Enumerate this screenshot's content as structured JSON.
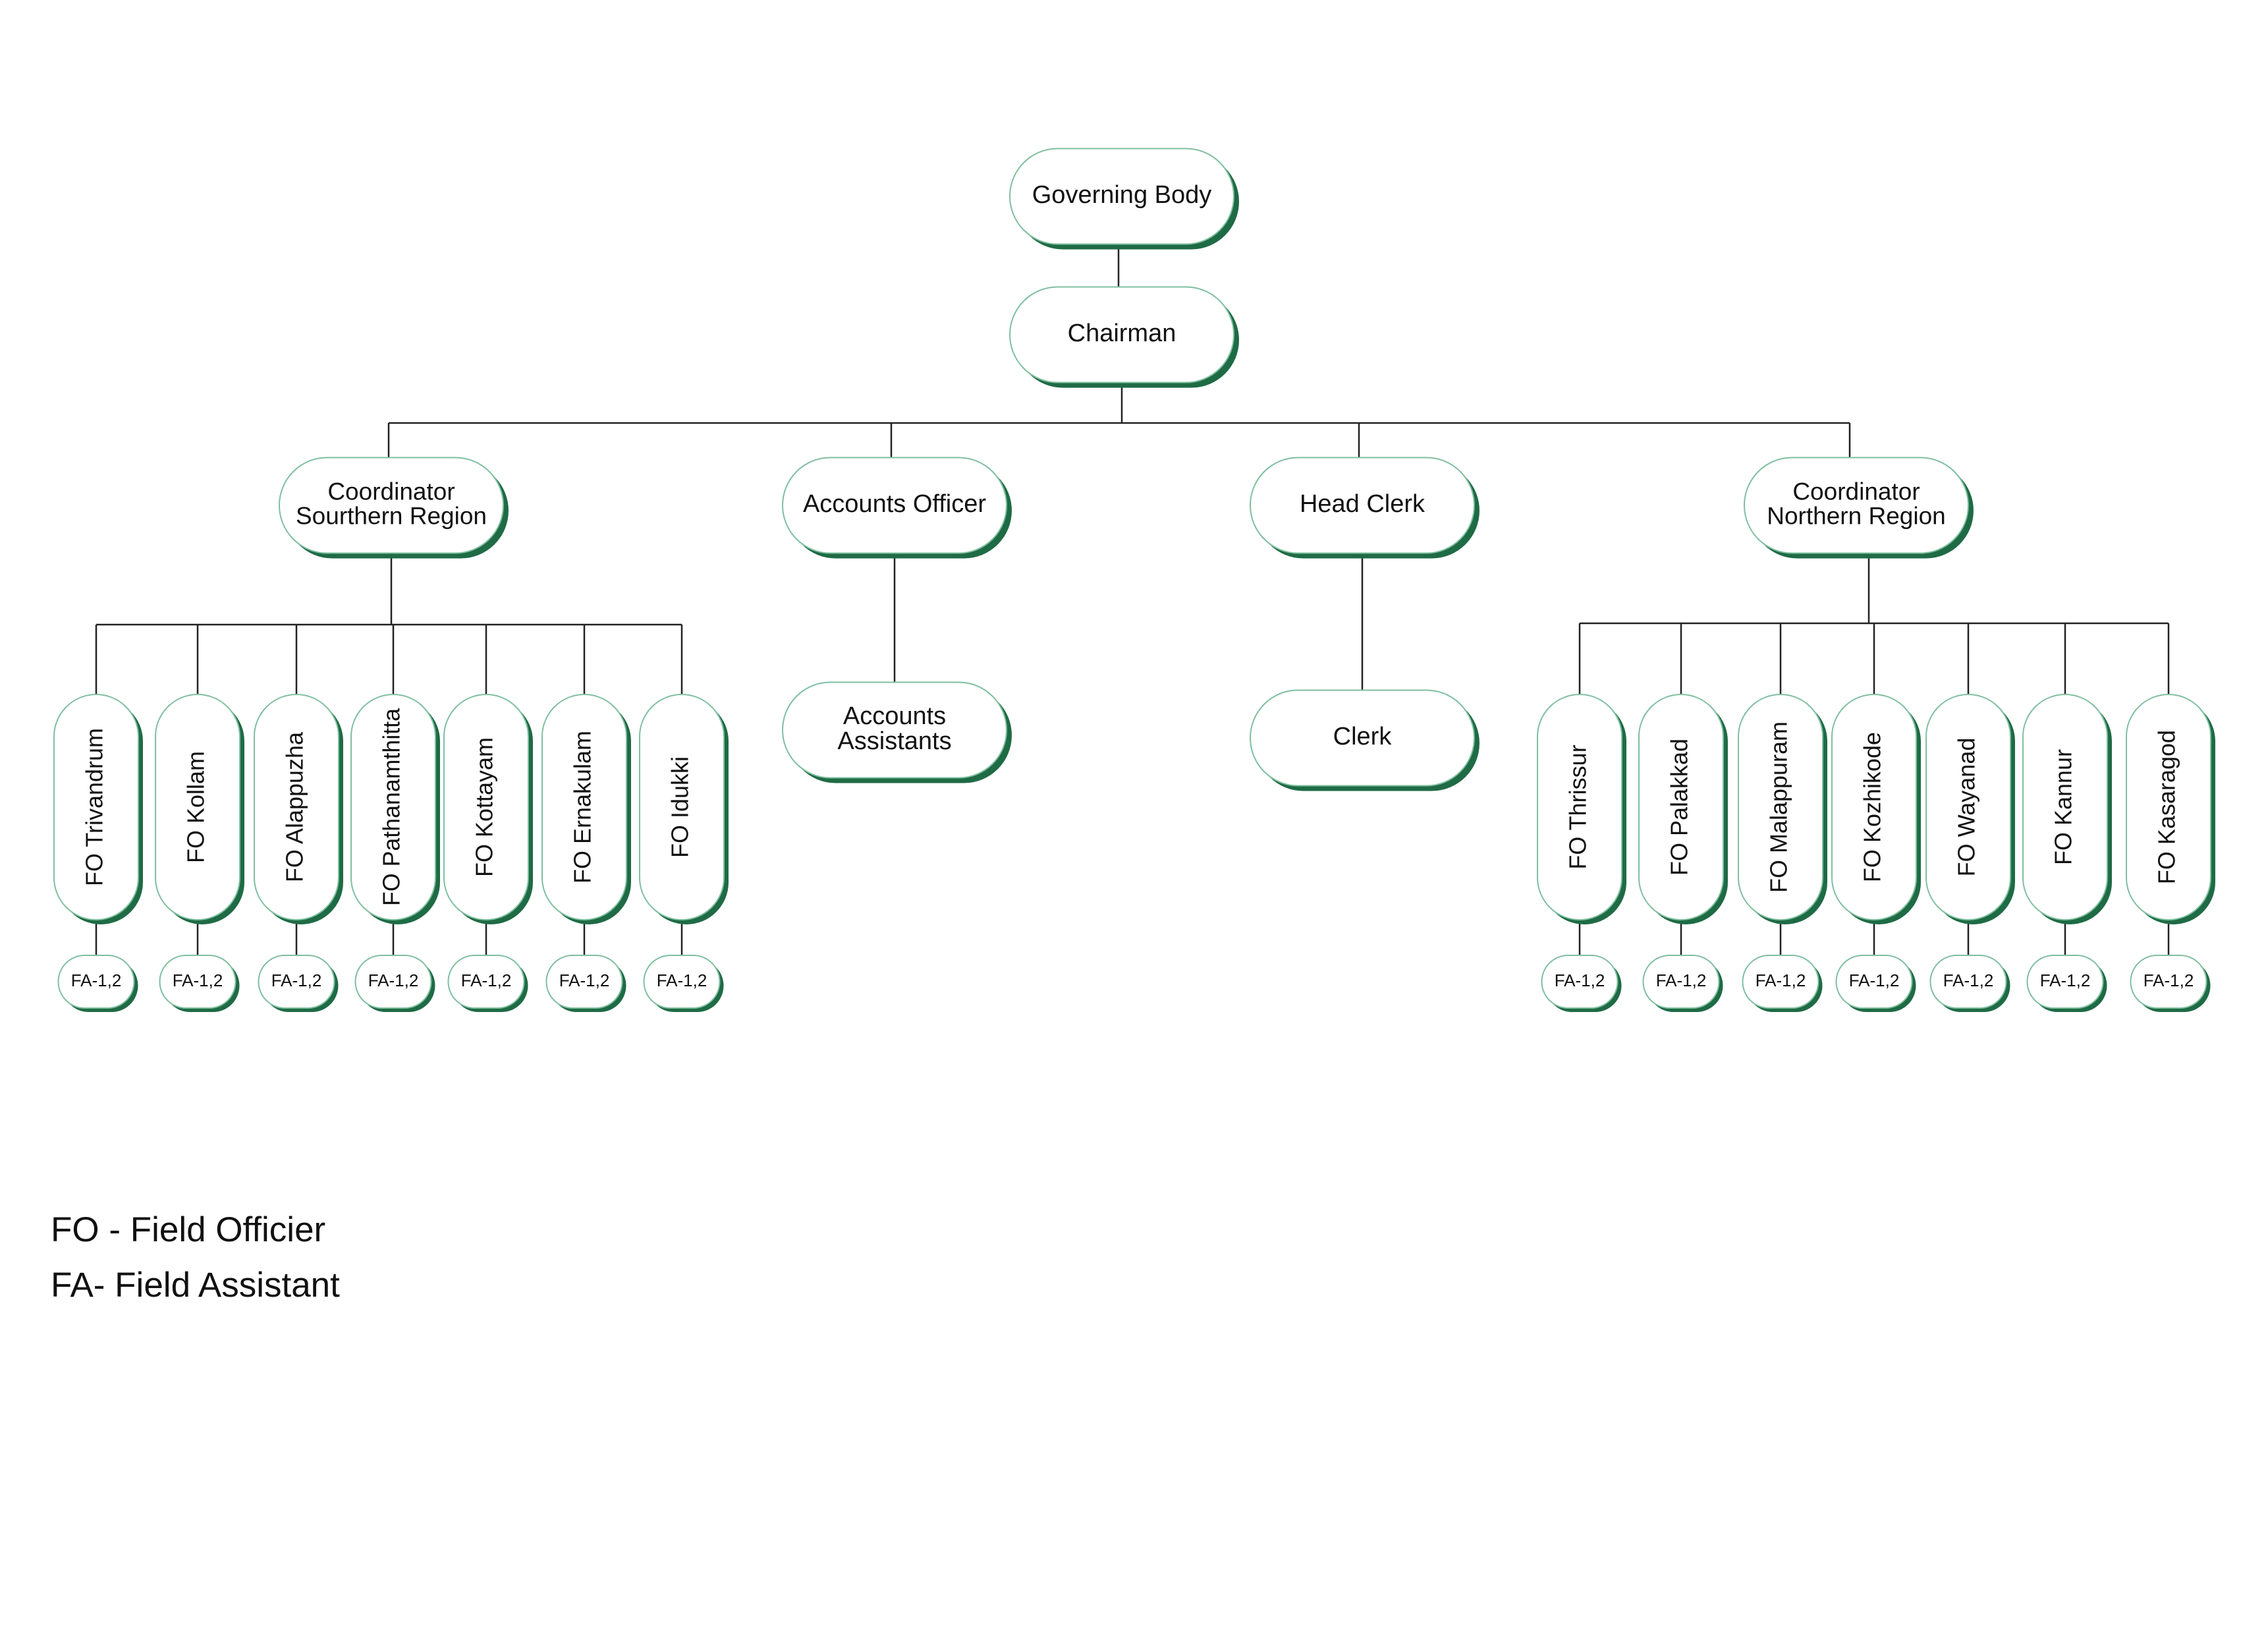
{
  "colors": {
    "node_fill": "#ffffff",
    "node_border": "#7fbf9f",
    "node_shadow": "#1e6b45",
    "connector": "#222222"
  },
  "nodes": {
    "governing_body": "Governing Body",
    "chairman": "Chairman",
    "coord_south": [
      "Coordinator",
      "Sourthern Region"
    ],
    "accounts_officer": "Accounts Officer",
    "head_clerk": "Head Clerk",
    "coord_north": [
      "Coordinator",
      "Northern Region"
    ],
    "accounts_assistants": [
      "Accounts",
      "Assistants"
    ],
    "clerk": "Clerk"
  },
  "south_offices": [
    {
      "fo": "FO Trivandrum",
      "fa": "FA-1,2"
    },
    {
      "fo": "FO Kollam",
      "fa": "FA-1,2"
    },
    {
      "fo": "FO Alappuzha",
      "fa": "FA-1,2"
    },
    {
      "fo": "FO Pathanamthitta",
      "fa": "FA-1,2"
    },
    {
      "fo": "FO Kottayam",
      "fa": "FA-1,2"
    },
    {
      "fo": "FO Ernakulam",
      "fa": "FA-1,2"
    },
    {
      "fo": "FO Idukki",
      "fa": "FA-1,2"
    }
  ],
  "north_offices": [
    {
      "fo": "FO Thrissur",
      "fa": "FA-1,2"
    },
    {
      "fo": "FO Palakkad",
      "fa": "FA-1,2"
    },
    {
      "fo": "FO Malappuram",
      "fa": "FA-1,2"
    },
    {
      "fo": "FO Kozhikode",
      "fa": "FA-1,2"
    },
    {
      "fo": "FO Wayanad",
      "fa": "FA-1,2"
    },
    {
      "fo": "FO Kannur",
      "fa": "FA-1,2"
    },
    {
      "fo": "FO Kasaragod",
      "fa": "FA-1,2"
    }
  ],
  "legend": {
    "fo": "FO - Field Officier",
    "fa": "FA- Field Assistant"
  }
}
